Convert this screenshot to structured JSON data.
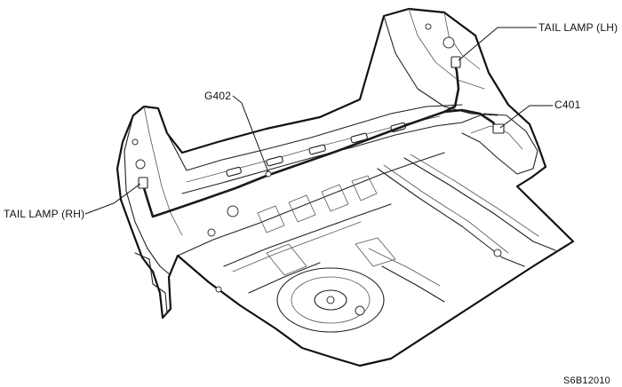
{
  "labels": {
    "tail_lamp_lh": "TAIL LAMP (LH)",
    "c401": "C401",
    "g402": "G402",
    "tail_lamp_rh": "TAIL LAMP (RH)",
    "figure_code": "S6B12010"
  },
  "colors": {
    "line": "#222222",
    "background": "#ffffff"
  }
}
